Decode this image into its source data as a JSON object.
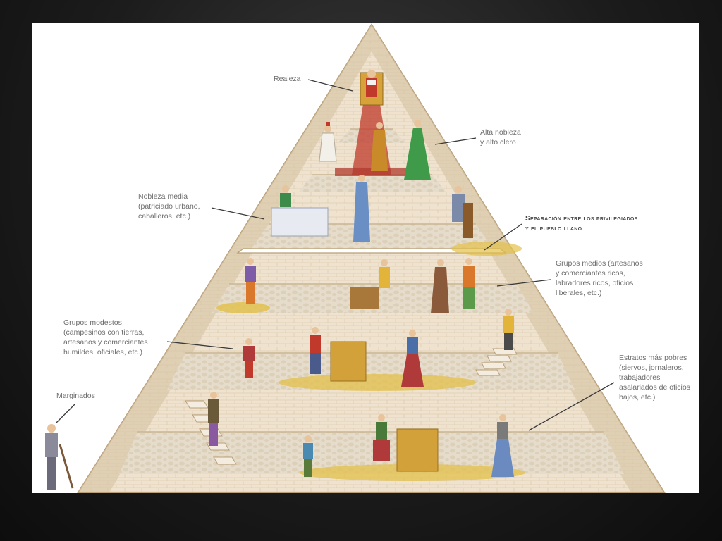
{
  "labels": {
    "realeza": "Realeza",
    "alta_nobleza": "Alta nobleza\ny alto clero",
    "nobleza_media": "Nobleza media\n(patriciado urbano,\ncaballeros, etc.)",
    "separacion": "Separación entre los privilegiados\ny el pueblo llano",
    "grupos_medios": "Grupos medios (artesanos\ny comerciantes ricos,\nlabradores ricos, oficios\nliberales, etc.)",
    "grupos_modestos": "Grupos modestos\n(campesinos con tierras,\nartesanos y comerciantes\nhumildes, oficiales, etc.)",
    "marginados": "Marginados",
    "estratos_pobres": "Estratos más pobres\n(siervos, jornaleros,\ntrabajadores\nasalariados de oficios\nbajos, etc.)"
  },
  "colors": {
    "stone": "#efe3cf",
    "stone_line": "#d4c2a4",
    "outline": "#b89f78",
    "red_carpet": "#c0392b",
    "straw": "#e2c04a"
  }
}
